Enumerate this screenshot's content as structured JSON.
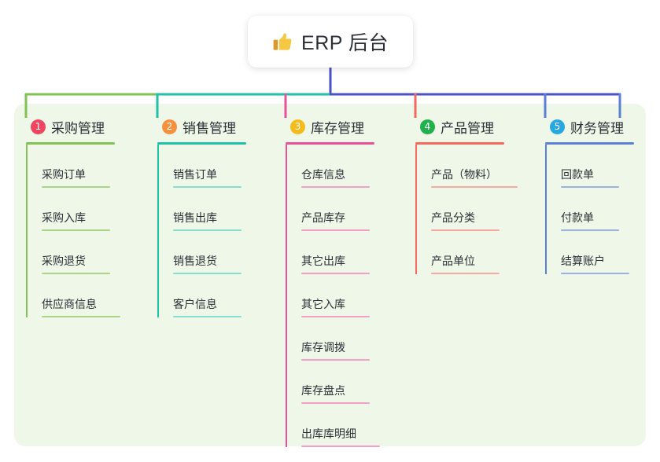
{
  "root": {
    "icon": "thumbs-up-icon",
    "title": "ERP 后台"
  },
  "colors": {
    "panel_bg": "#eef7e8",
    "text": "#2b2f36",
    "branch_1": "#82c255",
    "branch_2": "#1fc2a7",
    "branch_3": "#e8519a",
    "branch_4": "#f26a5e",
    "branch_5": "#5b7fd4",
    "trunk": "#4a52c4",
    "badge_1": "#f04560",
    "badge_2": "#f5913e",
    "badge_3": "#f5bb1d",
    "badge_4": "#22b04f",
    "badge_5": "#27a8e0",
    "leaf_rule_1": "#a9d48a",
    "leaf_rule_2": "#85dece",
    "leaf_rule_3": "#f2a0c4",
    "leaf_rule_4": "#f5a9a1",
    "leaf_rule_5": "#9bb2e0"
  },
  "branches": [
    {
      "index": "1",
      "title": "采购管理",
      "badge_color": "#f04560",
      "line_color": "#82c255",
      "rule_color": "#a9d48a",
      "leaves": [
        {
          "label": "采购订单"
        },
        {
          "label": "采购入库"
        },
        {
          "label": "采购退货"
        },
        {
          "label": "供应商信息"
        }
      ]
    },
    {
      "index": "2",
      "title": "销售管理",
      "badge_color": "#f5913e",
      "line_color": "#1fc2a7",
      "rule_color": "#85dece",
      "leaves": [
        {
          "label": "销售订单"
        },
        {
          "label": "销售出库"
        },
        {
          "label": "销售退货"
        },
        {
          "label": "客户信息"
        }
      ]
    },
    {
      "index": "3",
      "title": "库存管理",
      "badge_color": "#f5bb1d",
      "line_color": "#e8519a",
      "rule_color": "#f2a0c4",
      "leaves": [
        {
          "label": "仓库信息"
        },
        {
          "label": "产品库存"
        },
        {
          "label": "其它出库"
        },
        {
          "label": "其它入库"
        },
        {
          "label": "库存调拨"
        },
        {
          "label": "库存盘点"
        },
        {
          "label": "出库库明细"
        }
      ]
    },
    {
      "index": "4",
      "title": "产品管理",
      "badge_color": "#22b04f",
      "line_color": "#f26a5e",
      "rule_color": "#f5a9a1",
      "leaves": [
        {
          "label": "产品（物料）"
        },
        {
          "label": "产品分类"
        },
        {
          "label": "产品单位"
        }
      ]
    },
    {
      "index": "5",
      "title": "财务管理",
      "badge_color": "#27a8e0",
      "line_color": "#5b7fd4",
      "rule_color": "#9bb2e0",
      "leaves": [
        {
          "label": "回款单"
        },
        {
          "label": "付款单"
        },
        {
          "label": "结算账户"
        }
      ]
    }
  ]
}
